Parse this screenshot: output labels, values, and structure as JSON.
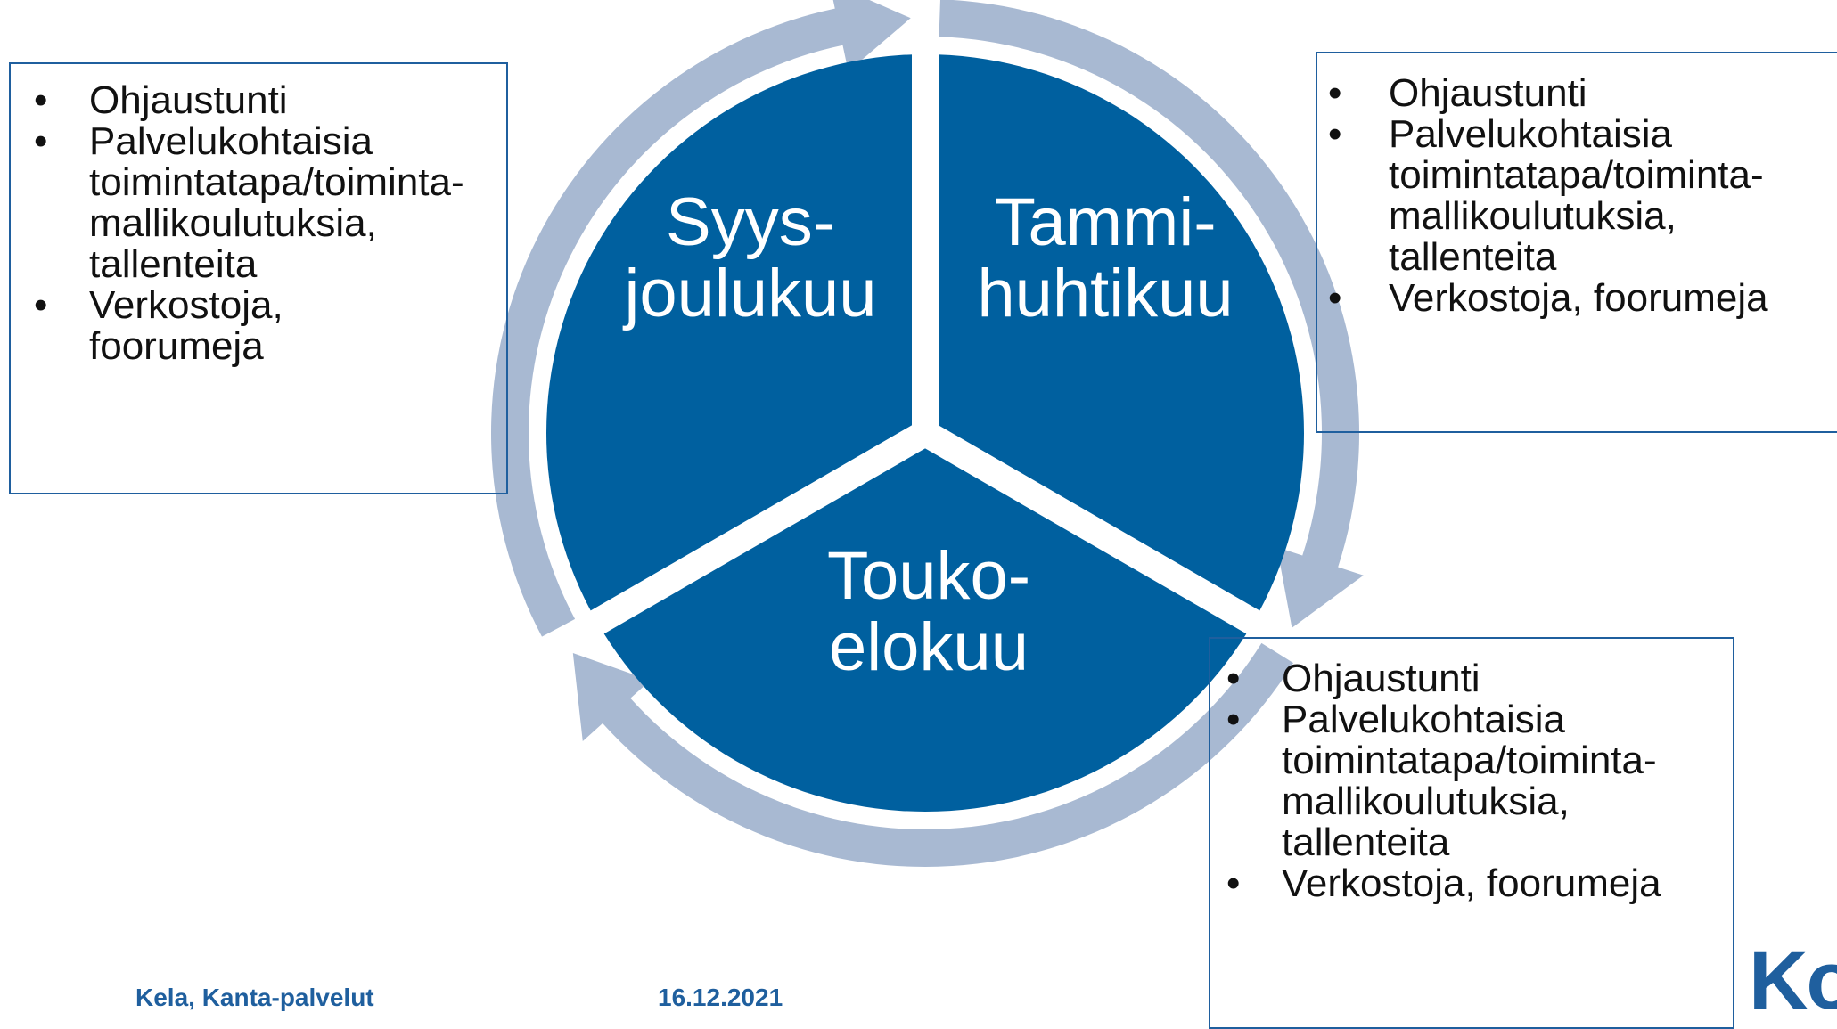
{
  "segments": [
    {
      "id": "sep-dec",
      "line1": "Syys-",
      "line2": "joulukuu"
    },
    {
      "id": "jan-apr",
      "line1": "Tammi-",
      "line2": "huhtikuu"
    },
    {
      "id": "may-aug",
      "line1": "Touko-",
      "line2": "elokuu"
    }
  ],
  "boxes": {
    "left": {
      "items": [
        "Ohjaustunti",
        "Palvelukohtaisia toimintatapa/toiminta-mallikoulutuksia, tallenteita",
        "Verkostoja, foorumeja"
      ]
    },
    "right": {
      "items": [
        "Ohjaustunti",
        "Palvelukohtaisia toimintatapa/toiminta-mallikoulutuksia, tallenteita",
        "Verkostoja, foorumeja"
      ]
    },
    "bottom": {
      "items": [
        "Ohjaustunti",
        "Palvelukohtaisia toimintatapa/toiminta-mallikoulutuksia, tallenteita",
        "Verkostoja, foorumeja"
      ]
    }
  },
  "footer": {
    "org": "Kela, Kanta-palvelut",
    "date": "16.12.2021",
    "brand_partial": "Ko"
  },
  "colors": {
    "segment_fill": "#00609f",
    "arrow_ring": "#a8b9d2",
    "box_border": "#1f5f9e",
    "footer_text": "#1f5f9e"
  }
}
